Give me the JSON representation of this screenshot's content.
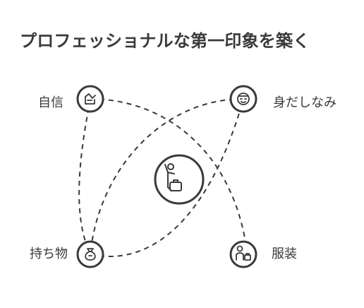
{
  "title": "プロフェッショナルな第一印象を築く",
  "center": {
    "icon": "person-with-briefcase-icon"
  },
  "nodes": [
    {
      "id": "confidence",
      "label": "自信",
      "icon": "flexing-arm-icon"
    },
    {
      "id": "grooming",
      "label": "身だしなみ",
      "icon": "face-icon"
    },
    {
      "id": "belongings",
      "label": "持ち物",
      "icon": "money-bag-icon"
    },
    {
      "id": "clothing",
      "label": "服装",
      "icon": "business-attire-icon"
    }
  ],
  "colors": {
    "stroke": "#3a3a3a",
    "background": "#ffffff",
    "text": "#3a3a3a"
  }
}
